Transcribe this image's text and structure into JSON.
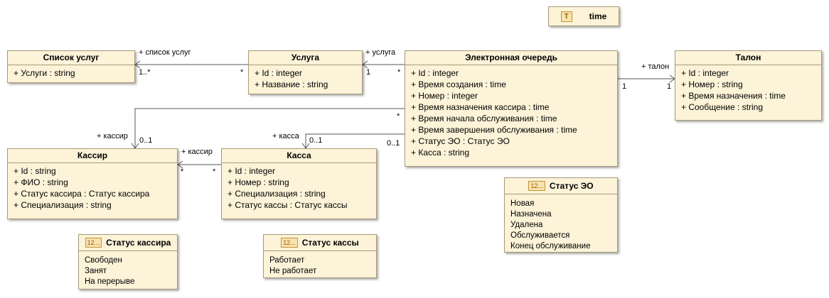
{
  "classes": {
    "spisok": {
      "title": "Список услуг",
      "attrs": [
        "+ Услуги : string"
      ]
    },
    "usluga": {
      "title": "Услуга",
      "attrs": [
        "+ Id : integer",
        "+ Название : string"
      ]
    },
    "eo": {
      "title": "Электронная очередь",
      "attrs": [
        "+ Id : integer",
        "+ Время создания : time",
        "+ Номер : integer",
        "+ Время назначения кассира : time",
        "+ Время начала обслуживания : time",
        "+ Время завершения обслуживания : time",
        "+ Статус ЭО : Статус ЭО",
        "+ Касса : string"
      ]
    },
    "talon": {
      "title": "Талон",
      "attrs": [
        "+ Id : integer",
        "+ Номер : string",
        "+ Время назначения : time",
        "+ Сообщение : string"
      ]
    },
    "kassir": {
      "title": "Кассир",
      "attrs": [
        "+ Id : string",
        "+ ФИО : string",
        "+ Статус кассира : Статус кассира",
        "+ Специализация : string"
      ]
    },
    "kassa": {
      "title": "Касса",
      "attrs": [
        "+ Id : integer",
        "+ Номер : string",
        "+ Специализация : string",
        "+ Статус кассы : Статус кассы"
      ]
    }
  },
  "type_box": {
    "badge": "T",
    "title": "time"
  },
  "enums": {
    "status_eo": {
      "badge": "12...",
      "title": "Статус ЭО",
      "values": [
        "Новая",
        "Назначена",
        "Удалена",
        "Обслуживается",
        "Конец обслуживание"
      ]
    },
    "status_kassira": {
      "badge": "12...",
      "title": "Статус кассира",
      "values": [
        "Свободен",
        "Занят",
        "На перерыве"
      ]
    },
    "status_kassy": {
      "badge": "12...",
      "title": "Статус кассы",
      "values": [
        "Работает",
        "Не работает"
      ]
    }
  },
  "labels": {
    "role_spisok": "+ список услуг",
    "mult_spisok": "1..*",
    "mult_usluga_left": "*",
    "role_usluga": "+ услуга",
    "mult_usluga_right": "1",
    "mult_eo_usluga": "*",
    "role_talon": "+ талон",
    "mult_eo_talon": "1",
    "mult_talon": "1",
    "mult_eo_kassir": "*",
    "role_kassir_top": "+ кассир",
    "mult_kassir_top": "0..1",
    "role_kassa": "+ касса",
    "mult_kassa_top": "0..1",
    "mult_eo_kassa": "0..1",
    "role_kassir_mid": "+ кассир",
    "mult_kassir_mid_left": "*",
    "mult_kassa_left": "*"
  }
}
